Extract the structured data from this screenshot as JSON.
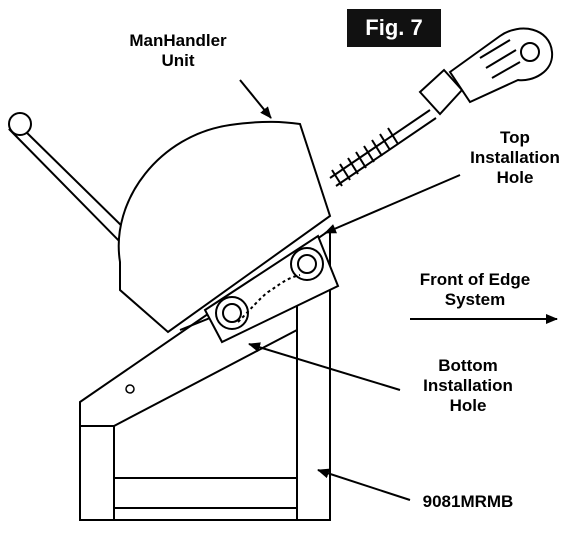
{
  "figure": {
    "badge": "Fig. 7"
  },
  "labels": {
    "unit": [
      "ManHandler",
      "Unit"
    ],
    "top_hole": [
      "Top",
      "Installation",
      "Hole"
    ],
    "front": [
      "Front of Edge",
      "System"
    ],
    "bottom_hole": [
      "Bottom",
      "Installation",
      "Hole"
    ],
    "base": "9081MRMB"
  },
  "colors": {
    "line": "#000000",
    "badge_bg": "#111111",
    "badge_text": "#ffffff"
  }
}
